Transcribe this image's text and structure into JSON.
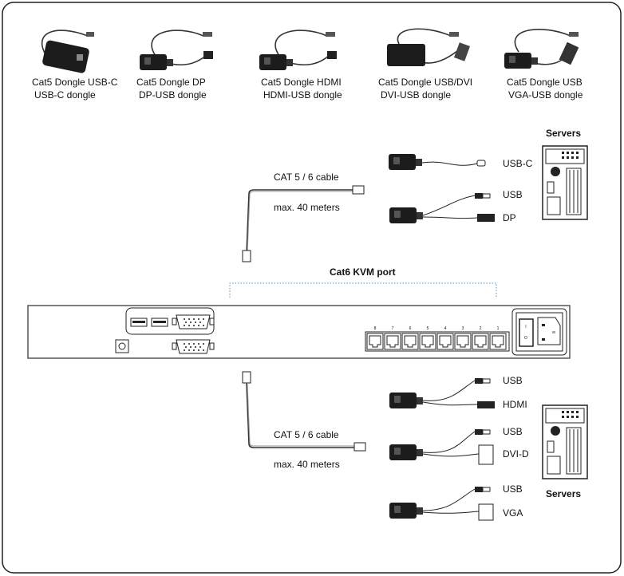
{
  "dongles": [
    {
      "name": "Cat5 Dongle USB-C",
      "type": "USB-C dongle"
    },
    {
      "name": "Cat5 Dongle DP",
      "type": "DP-USB dongle"
    },
    {
      "name": "Cat5 Dongle HDMI",
      "type": "HDMI-USB dongle"
    },
    {
      "name": "Cat5 Dongle USB/DVI",
      "type": "DVI-USB dongle"
    },
    {
      "name": "Cat5 Dongle USB",
      "type": "VGA-USB dongle"
    }
  ],
  "servers_label": "Servers",
  "cable_top": {
    "label": "CAT 5 / 6 cable",
    "length": "max. 40 meters"
  },
  "cable_bottom": {
    "label": "CAT 5 / 6 cable",
    "length": "max. 40 meters"
  },
  "kvm_port_label": "Cat6 KVM port",
  "port_numbers": [
    "8",
    "7",
    "6",
    "5",
    "4",
    "3",
    "2",
    "1"
  ],
  "connectors_top": {
    "usbc": "USB-C",
    "usb": "USB",
    "dp": "DP"
  },
  "connectors_bottom": {
    "usb1": "USB",
    "hdmi": "HDMI",
    "usb2": "USB",
    "dvid": "DVI-D",
    "usb3": "USB",
    "vga": "VGA"
  },
  "switch_labels": {
    "on": "I",
    "off": "O"
  },
  "colors": {
    "frame": "#222222",
    "dotted_line": "#4a90c8",
    "dongle": "#1c1c1c"
  }
}
